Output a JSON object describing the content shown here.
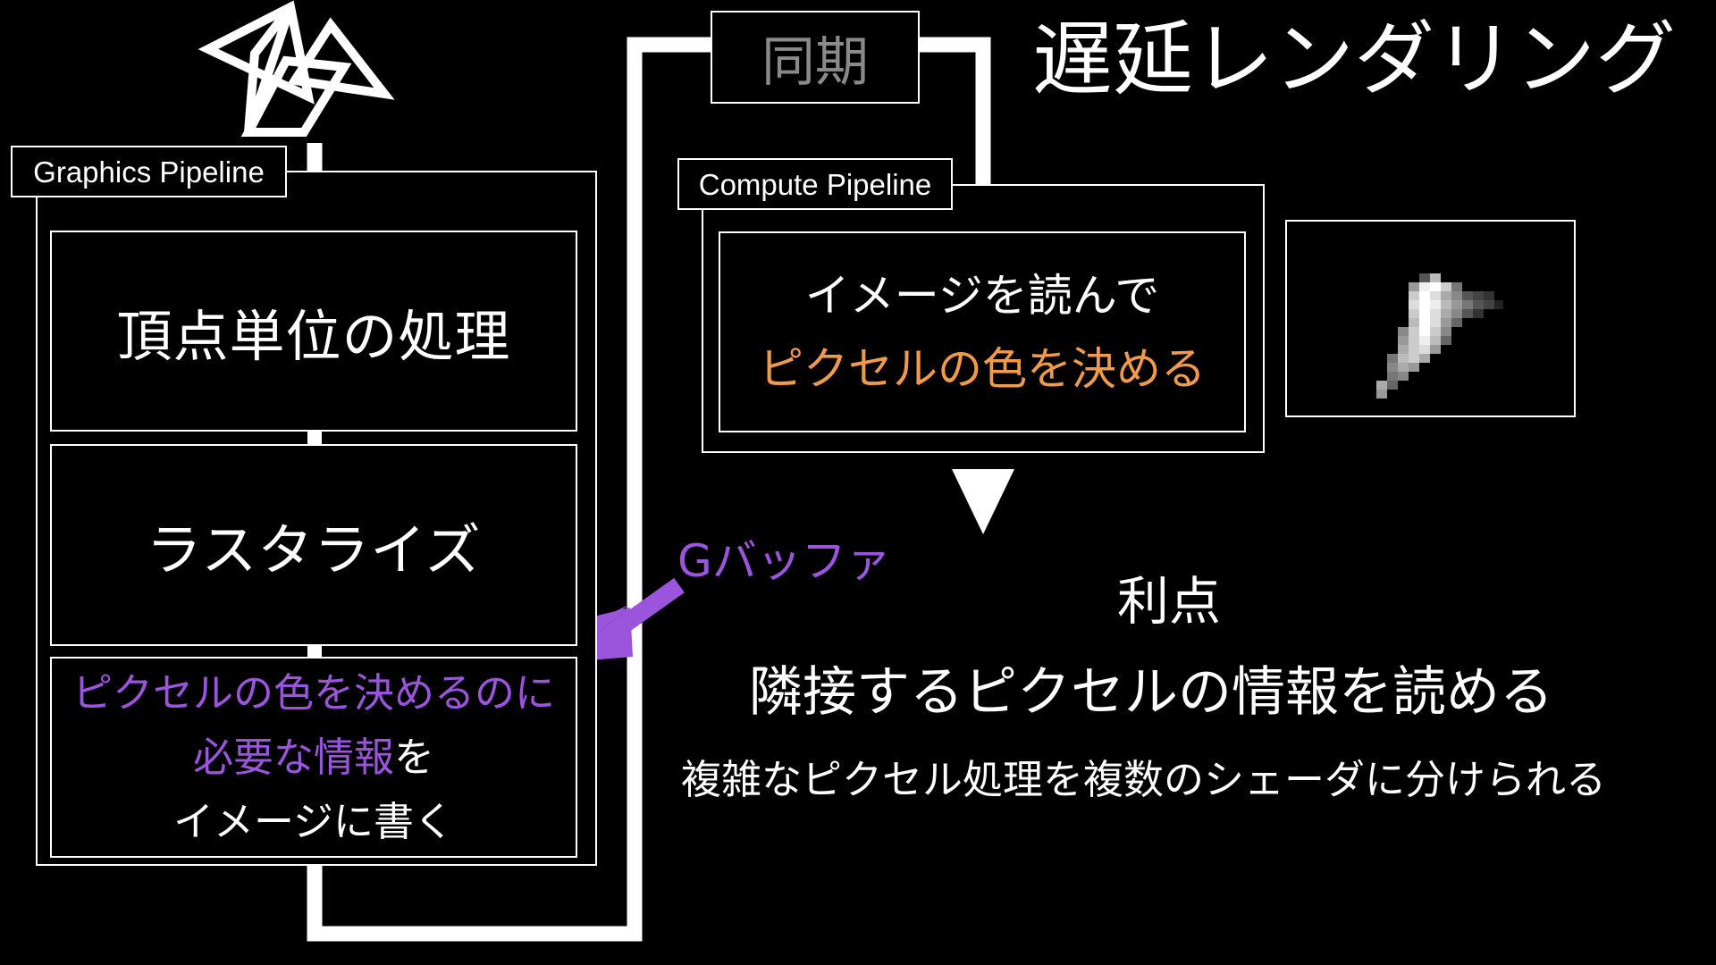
{
  "slide_title": "遅延レンダリング",
  "sync_label": "同期",
  "graphics_pipeline": {
    "label": "Graphics Pipeline",
    "stages": {
      "vertex": "頂点単位の処理",
      "raster": "ラスタライズ",
      "pixel_line1": "ピクセルの色を決めるのに",
      "pixel_line2_highlight": "必要な情報",
      "pixel_line2_rest": "を",
      "pixel_line3": "イメージに書く"
    }
  },
  "compute_pipeline": {
    "label": "Compute Pipeline",
    "stage_line1": "イメージを読んで",
    "stage_line2": "ピクセルの色を決める"
  },
  "gbuffer_label": "Gバッファ",
  "merits": {
    "heading": "利点",
    "point1": "隣接するピクセルの情報を読める",
    "point2": "複雑なピクセル処理を複数のシェーダに分けられる"
  },
  "colors": {
    "background": "#000000",
    "line": "#ffffff",
    "highlight_purple": "#9b55dc",
    "highlight_orange": "#f09a4a",
    "sync_text": "#8a8a8a"
  },
  "icons": [
    "triangle-mesh-icon",
    "gbuffer-arrow-icon",
    "flow-arrow-icon",
    "pixel-preview-image"
  ]
}
